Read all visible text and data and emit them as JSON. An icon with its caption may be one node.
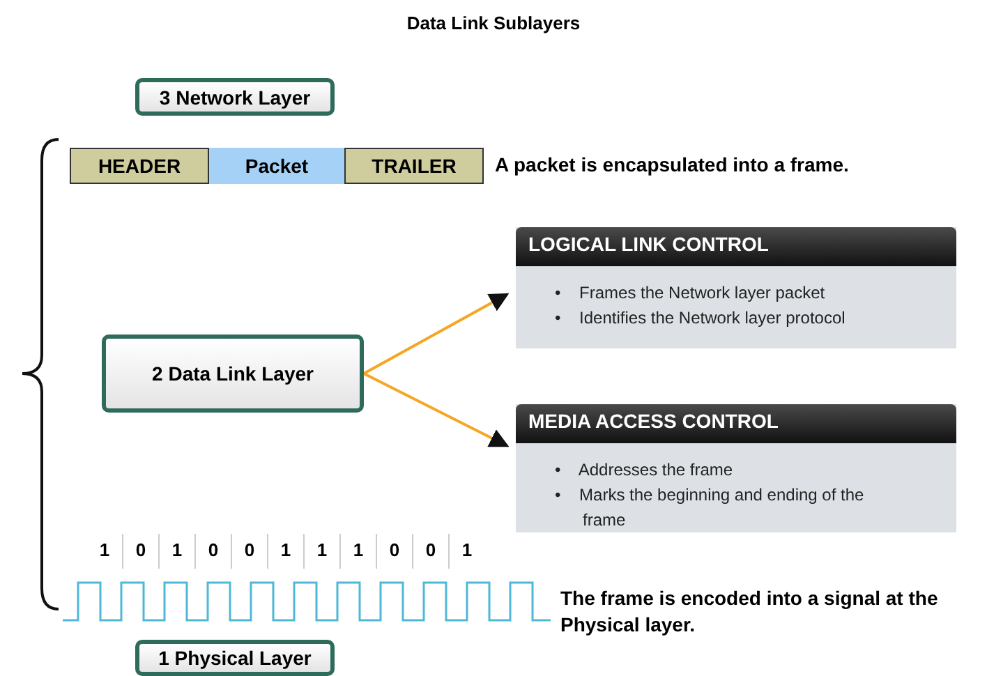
{
  "diagram": {
    "title": "Data Link Sublayers",
    "nodes": [
      {
        "text": [
          "3 Network Layer"
        ]
      },
      {
        "text": [
          "HEADER"
        ]
      },
      {
        "text": [
          "Packet"
        ]
      },
      {
        "text": [
          "TRAILER"
        ]
      },
      {
        "text": [
          "2 Data Link Layer"
        ]
      },
      {
        "text": [
          "LOGICAL LINK CONTROL",
          "• Frames the Network layer packet",
          "• Identifies the Network layer protocol"
        ]
      },
      {
        "text": [
          "MEDIA ACCESS CONTROL",
          "• Addresses the frame",
          "• Marks the beginning and ending of the frame"
        ]
      },
      {
        "text": [
          "1 Physical Layer"
        ]
      }
    ],
    "edges": [
      {
        "from": 4,
        "to": 5,
        "arrow": "to",
        "color": "#f5a623"
      },
      {
        "from": 4,
        "to": 6,
        "arrow": "to",
        "color": "#f5a623"
      }
    ],
    "labels": [
      "A packet is encapsulated into a frame.",
      "1",
      "0",
      "1",
      "0",
      "0",
      "1",
      "1",
      "1",
      "0",
      "0",
      "1",
      "The frame is encoded into a signal at the Physical layer."
    ]
  }
}
